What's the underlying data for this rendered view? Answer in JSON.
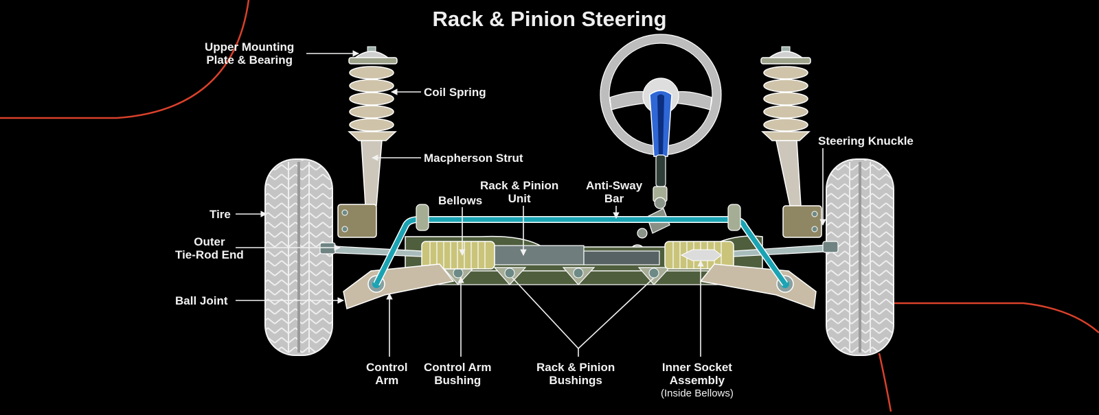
{
  "title": "Rack & Pinion Steering",
  "colors": {
    "background": "#000000",
    "accent_curve": "#d9412b",
    "label_text": "#f2f2f2",
    "tire": "#c9c9c9",
    "spring": "#cfc4aa",
    "shock_blue": "#1f5fd0",
    "anti_sway_bar": "#1aa3b3",
    "bellows": "#c9c47a",
    "rack_housing": "#4f5e3d",
    "rack_tube": "#6f7d7c",
    "control_arm": "#c8bca6",
    "steering_wheel": "#bdbdbd",
    "steering_column": "#2f67d6"
  },
  "labels": {
    "upper_mounting_plate": [
      "Upper Mounting",
      "Plate & Bearing"
    ],
    "coil_spring": "Coil Spring",
    "macpherson_strut": "Macpherson Strut",
    "tire": "Tire",
    "outer_tie_rod_end": [
      "Outer",
      "Tie-Rod End"
    ],
    "ball_joint": "Ball Joint",
    "bellows": "Bellows",
    "rack_pinion_unit": [
      "Rack & Pinion",
      "Unit"
    ],
    "anti_sway_bar": [
      "Anti-Sway",
      "Bar"
    ],
    "steering_knuckle": "Steering Knuckle",
    "control_arm": [
      "Control",
      "Arm"
    ],
    "control_arm_bushing": [
      "Control Arm",
      "Bushing"
    ],
    "rack_pinion_bushings": [
      "Rack & Pinion",
      "Bushings"
    ],
    "inner_socket_assembly": [
      "Inner Socket",
      "Assembly"
    ],
    "inner_socket_note": "(Inside Bellows)"
  }
}
